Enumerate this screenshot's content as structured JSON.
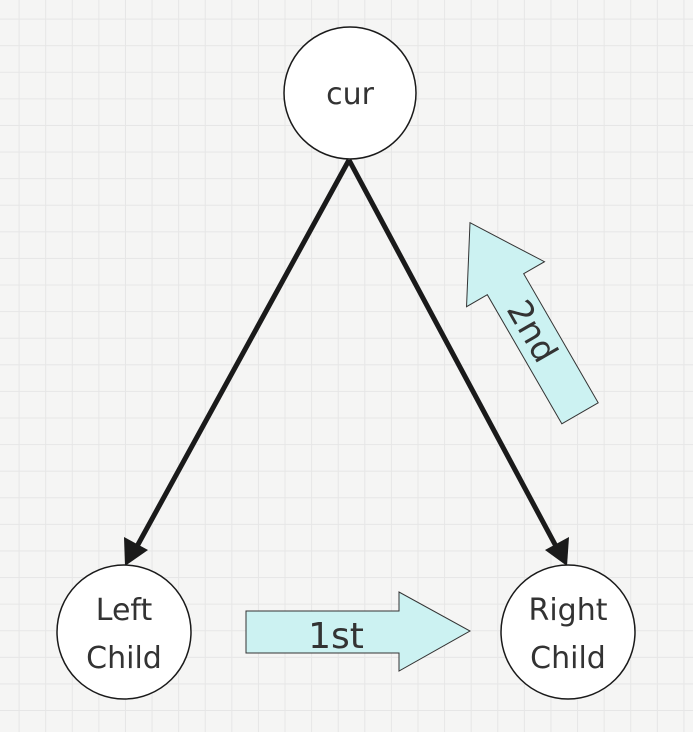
{
  "nodes": {
    "cur": {
      "label": "cur"
    },
    "left": {
      "line1": "Left",
      "line2": "Child"
    },
    "right": {
      "line1": "Right",
      "line2": "Child"
    }
  },
  "arrows": {
    "first": {
      "label": "1st"
    },
    "second": {
      "label": "2nd"
    }
  },
  "colors": {
    "node_fill": "#ffffff",
    "edge": "#1a1a1a",
    "callout_fill": "#ccf2f2",
    "text": "#333333"
  }
}
